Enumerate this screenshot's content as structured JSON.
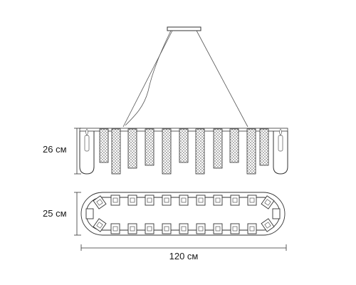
{
  "dimensions": {
    "height": "26 см",
    "depth": "25 см",
    "width": "120 см"
  }
}
